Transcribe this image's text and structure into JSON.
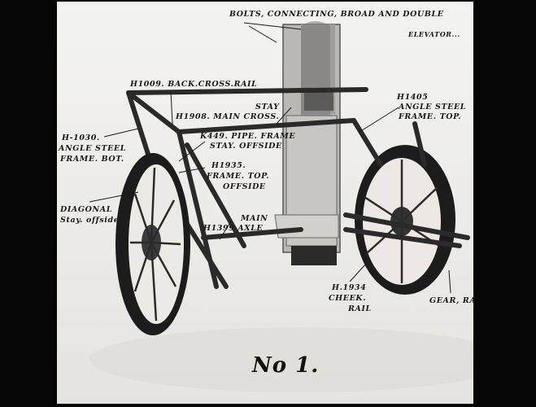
{
  "photo": {
    "plate_number": "No 1.",
    "annotations": {
      "bolts": "BOLTS, CONNECTING, BROAD AND DOUBLE",
      "bolts_cont": "ELEVATOR...",
      "back_cross_rail": "H1009.  BACK.CROSS.RAIL",
      "stay": "STAY",
      "main_cross": "H1908. MAIN CROSS.",
      "angle_steel_top_code": "H1405",
      "angle_steel_top_1": "ANGLE STEEL",
      "angle_steel_top_2": "FRAME. TOP.",
      "frame_bot_code": "H-1030.",
      "frame_bot_1": "ANGLE STEEL",
      "frame_bot_2": "FRAME. BOT.",
      "pipe_frame_1": "K449. PIPE. FRAME",
      "pipe_frame_2": "STAY. OFFSIDE",
      "frame_top_offside_code": "H1935.",
      "frame_top_offside_1": "FRAME. TOP.",
      "frame_top_offside_2": "OFFSIDE",
      "diagonal_1": "DIAGONAL",
      "diagonal_2": "Stay. offside",
      "main_axle_1": "MAIN",
      "main_axle_2": "H1399 AXLE",
      "cheek_rail_code": "H.1934",
      "cheek_rail_1": "CHEEK.",
      "cheek_rail_2": "RAIL",
      "gear": "GEAR, RA..."
    }
  },
  "colors": {
    "paper": "#eeede9",
    "ink": "#1a1a1a",
    "frame_metal": "#2a2a2a",
    "tyre": "#1c1c1c",
    "elevator": "#b9b8b3"
  }
}
